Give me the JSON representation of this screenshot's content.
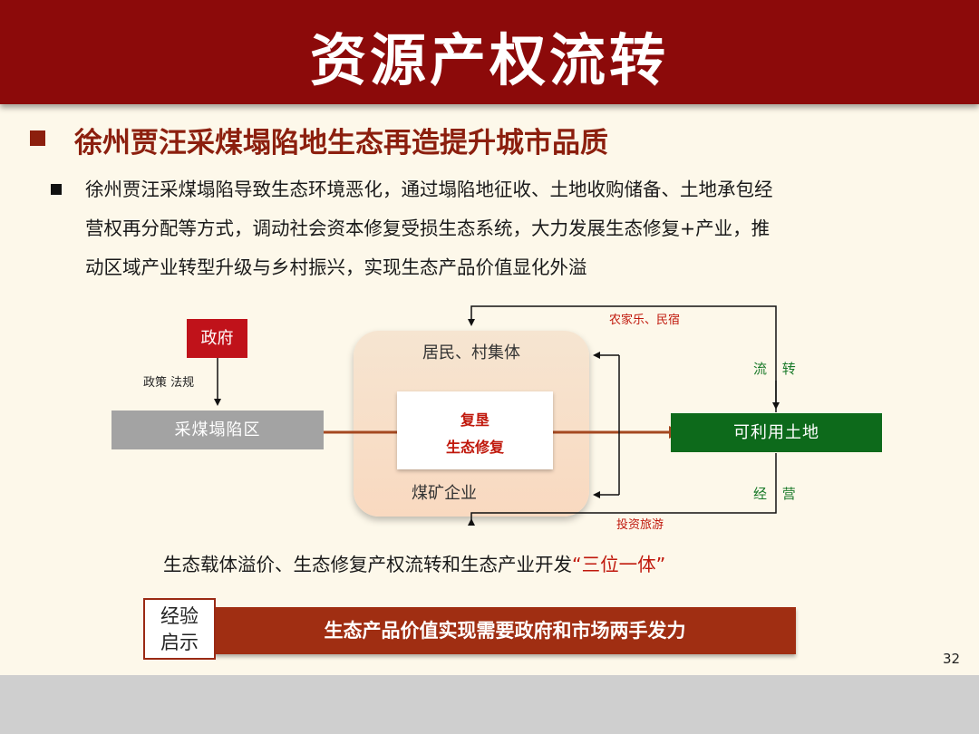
{
  "title": "资源产权流转",
  "section_title": "徐州贾汪采煤塌陷地生态再造提升城市品质",
  "paragraph_lines": [
    "徐州贾汪采煤塌陷导致生态环境恶化，通过塌陷地征收、土地收购储备、土地承包经",
    "营权再分配等方式，调动社会资本修复受损生态系统，大力发展生态修复+产业，推",
    "动区域产业转型升级与乡村振兴，实现生态产品价值显化外溢"
  ],
  "diagram": {
    "government": "政府",
    "policy_label": "政策 法规",
    "subsidence_area": "采煤塌陷区",
    "residents": "居民、村集体",
    "coal_enterprise": "煤矿企业",
    "center_line1": "复垦",
    "center_line2": "生态修复",
    "usable_land": "可利用土地",
    "top_label": "农家乐、民宿",
    "bottom_label": "投资旅游",
    "transfer_label": "流 转",
    "operate_label": "经 营"
  },
  "tagline_main": "生态载体溢价、生态修复产权流转和生态产业开发",
  "tagline_highlight": "“三位一体”",
  "lesson_label_line1": "经验",
  "lesson_label_line2": "启示",
  "lesson_text": "生态产品价值实现需要政府和市场两手发力",
  "page_number": "32",
  "colors": {
    "header": "#8c0a0a",
    "accent_red": "#c0180c",
    "green": "#0d6a1b",
    "gray": "#a3a3a3",
    "background": "#fdf8ea"
  }
}
